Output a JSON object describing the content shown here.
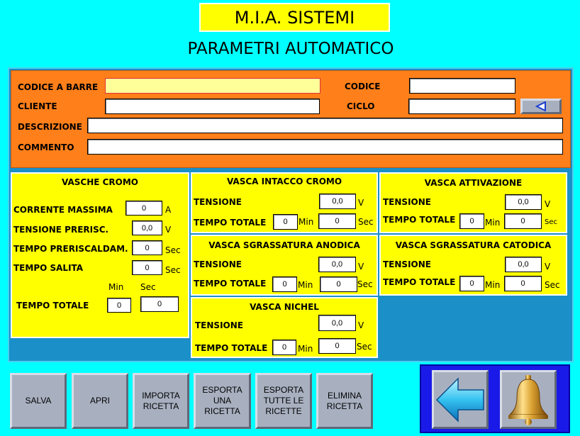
{
  "header": {
    "company": "M.I.A. SISTEMI",
    "page_title": "PARAMETRI AUTOMATICO"
  },
  "recipe": {
    "barcode_label": "CODICE A BARRE",
    "barcode_value": "",
    "code_label": "CODICE",
    "code_value": "",
    "client_label": "CLIENTE",
    "client_value": "",
    "cycle_label": "CICLO",
    "cycle_value": "",
    "description_label": "DESCRIZIONE",
    "description_value": "",
    "comment_label": "COMMENTO",
    "comment_value": ""
  },
  "chrome_tanks": {
    "title": "VASCHE CROMO",
    "max_current_label": "CORRENTE MASSIMA",
    "max_current_value": "0",
    "max_current_unit": "A",
    "preheat_voltage_label": "TENSIONE PRERISC.",
    "preheat_voltage_value": "0,0",
    "preheat_voltage_unit": "V",
    "preheat_time_label": "TEMPO PRERISCALDAM.",
    "preheat_time_value": "0",
    "preheat_time_unit": "Sec",
    "rise_time_label": "TEMPO SALITA",
    "rise_time_value": "0",
    "rise_time_unit": "Sec",
    "min_header": "Min",
    "sec_header": "Sec",
    "total_time_label": "TEMPO TOTALE",
    "total_min_value": "0",
    "total_sec_value": "0"
  },
  "etch_chrome": {
    "title": "VASCA INTACCO CROMO",
    "voltage_label": "TENSIONE",
    "voltage_value": "0,0",
    "voltage_unit": "V",
    "total_label": "TEMPO TOTALE",
    "min_value": "0",
    "min_unit": "Min",
    "sec_value": "0",
    "sec_unit": "Sec"
  },
  "activation": {
    "title": "VASCA ATTIVAZIONE",
    "voltage_label": "TENSIONE",
    "voltage_value": "0,0",
    "voltage_unit": "V",
    "total_label": "TEMPO TOTALE",
    "min_value": "0",
    "min_unit": "Min",
    "sec_value": "0",
    "sec_unit": "Sec"
  },
  "anodic_degrease": {
    "title": "VASCA SGRASSATURA ANODICA",
    "voltage_label": "TENSIONE",
    "voltage_value": "0,0",
    "voltage_unit": "V",
    "total_label": "TEMPO TOTALE",
    "min_value": "0",
    "min_unit": "Min",
    "sec_value": "0",
    "sec_unit": "Sec"
  },
  "cathodic_degrease": {
    "title": "VASCA SGRASSATURA CATODICA",
    "voltage_label": "TENSIONE",
    "voltage_value": "0,0",
    "voltage_unit": "V",
    "total_label": "TEMPO TOTALE",
    "min_value": "0",
    "min_unit": "Min",
    "sec_value": "0",
    "sec_unit": "Sec"
  },
  "nickel": {
    "title": "VASCA NICHEL",
    "voltage_label": "TENSIONE",
    "voltage_value": "0,0",
    "voltage_unit": "V",
    "total_label": "TEMPO TOTALE",
    "min_value": "0",
    "min_unit": "Min",
    "sec_value": "0",
    "sec_unit": "Sec"
  },
  "buttons": {
    "save": "SALVA",
    "open": "APRI",
    "import": "IMPORTA\nRICETTA",
    "export_one": "ESPORTA\nUNA\nRICETTA",
    "export_all": "ESPORTA\nTUTTE LE\nRICETTE",
    "delete": "ELIMINA\nRICETTA"
  },
  "icons": {
    "small_button": "play-left-icon",
    "back": "back-arrow-icon",
    "alarm": "bell-icon"
  },
  "colors": {
    "background": "#00ffff",
    "panel": "#1a8fc8",
    "header": "#ff7f1a",
    "box": "#ffff00",
    "nav_panel": "#1a1ae8"
  }
}
